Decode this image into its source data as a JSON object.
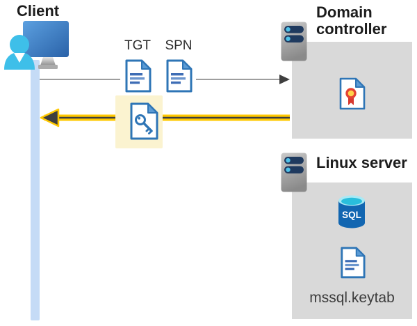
{
  "client": {
    "label": "Client"
  },
  "flow": {
    "tgt_label": "TGT",
    "spn_label": "SPN"
  },
  "domain_controller": {
    "label": "Domain controller"
  },
  "linux_server": {
    "label": "Linux server",
    "sql_badge": "SQL",
    "keytab_filename": "mssql.keytab"
  },
  "colors": {
    "accent_yellow": "#FFC800",
    "arrow_dark": "#3F3F3F",
    "arrow_gray": "#7F7F7F",
    "highlight_background": "#FBF3D0",
    "box_gray": "#D9D9D9",
    "icon_blue_border": "#2E75B6",
    "icon_blue_fold": "#5B9BD5",
    "person_teal": "#3EBFE9",
    "server_pill_navy": "#1F3A5F",
    "server_dot_cyan": "#4EC1E8",
    "lifeline_blue": "#C5DBF6",
    "sql_body_blue": "#1266B1",
    "sql_top_cyan": "#29BEDC",
    "certificate_seal_yellow": "#FFD24A",
    "certificate_ribbon_red": "#D6392F"
  }
}
